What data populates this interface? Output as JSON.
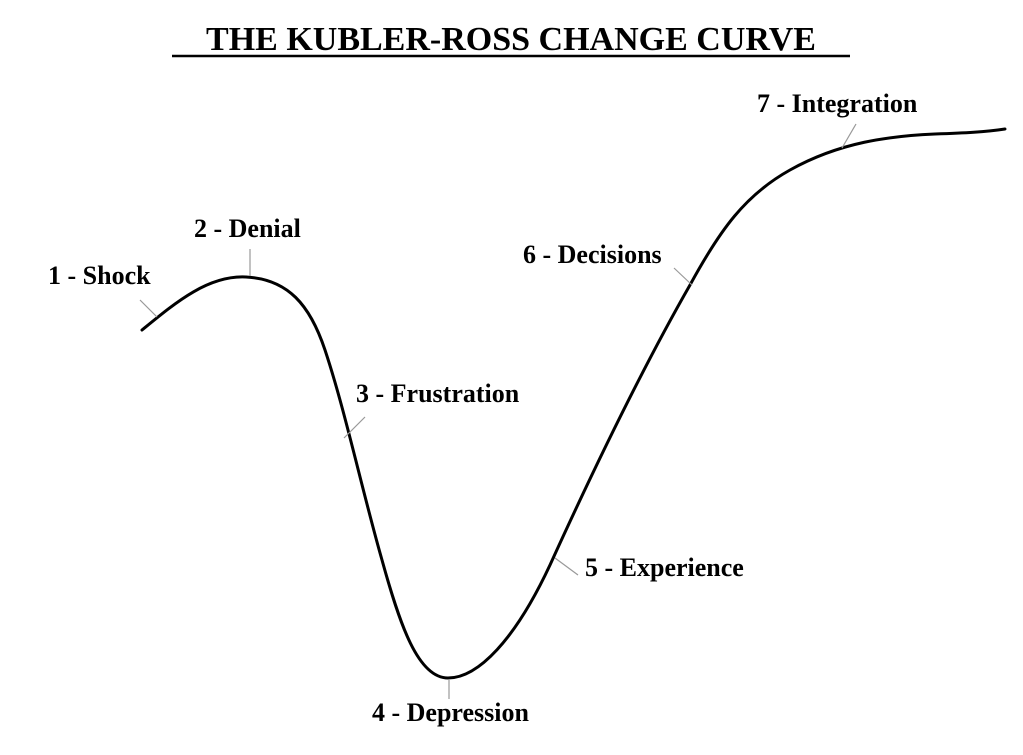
{
  "title": "THE KUBLER-ROSS CHANGE CURVE",
  "stages": [
    {
      "id": "shock",
      "label": "1 - Shock"
    },
    {
      "id": "denial",
      "label": "2 - Denial"
    },
    {
      "id": "frustration",
      "label": "3 - Frustration"
    },
    {
      "id": "depression",
      "label": "4 - Depression"
    },
    {
      "id": "experience",
      "label": "5 - Experience"
    },
    {
      "id": "decisions",
      "label": "6 - Decisions"
    },
    {
      "id": "integration",
      "label": "7 - Integration"
    }
  ],
  "colors": {
    "curve": "#000000",
    "leader": "#999999",
    "text": "#000000",
    "background": "#ffffff"
  }
}
